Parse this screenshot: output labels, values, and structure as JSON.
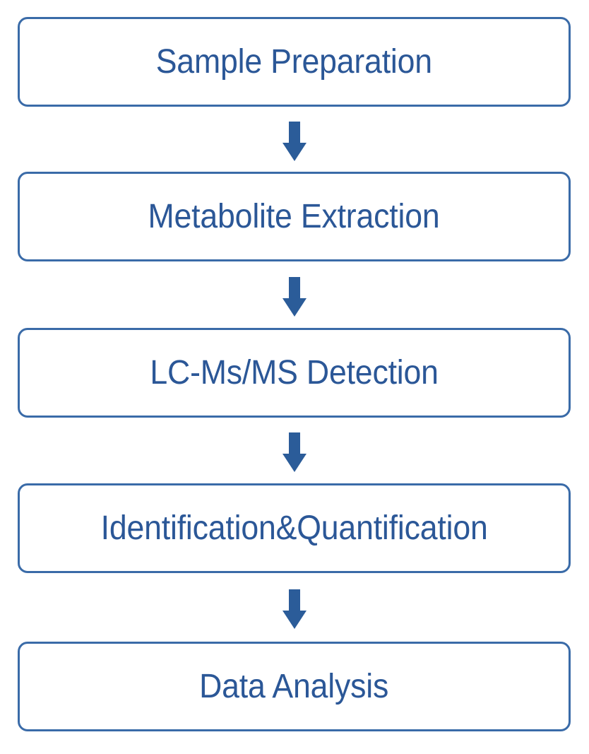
{
  "diagram": {
    "type": "flowchart",
    "orientation": "vertical-top-to-bottom",
    "title": "",
    "colors": {
      "box_border": "#3A6BA8",
      "box_fill": "#FFFFFF",
      "text": "#2B5797",
      "arrow": "#2B5C99",
      "background": "#FFFFFF"
    },
    "nodes": [
      {
        "id": "step-1",
        "label": "Sample Preparation"
      },
      {
        "id": "step-2",
        "label": "Metabolite Extraction"
      },
      {
        "id": "step-3",
        "label": "LC-Ms/MS Detection"
      },
      {
        "id": "step-4",
        "label": "Identification&Quantification"
      },
      {
        "id": "step-5",
        "label": "Data Analysis"
      }
    ],
    "connectors": [
      {
        "id": "arrow-1",
        "from": "step-1",
        "to": "step-2",
        "glyph": "down-arrow"
      },
      {
        "id": "arrow-2",
        "from": "step-2",
        "to": "step-3",
        "glyph": "down-arrow"
      },
      {
        "id": "arrow-3",
        "from": "step-3",
        "to": "step-4",
        "glyph": "down-arrow"
      },
      {
        "id": "arrow-4",
        "from": "step-4",
        "to": "step-5",
        "glyph": "down-arrow"
      }
    ]
  }
}
